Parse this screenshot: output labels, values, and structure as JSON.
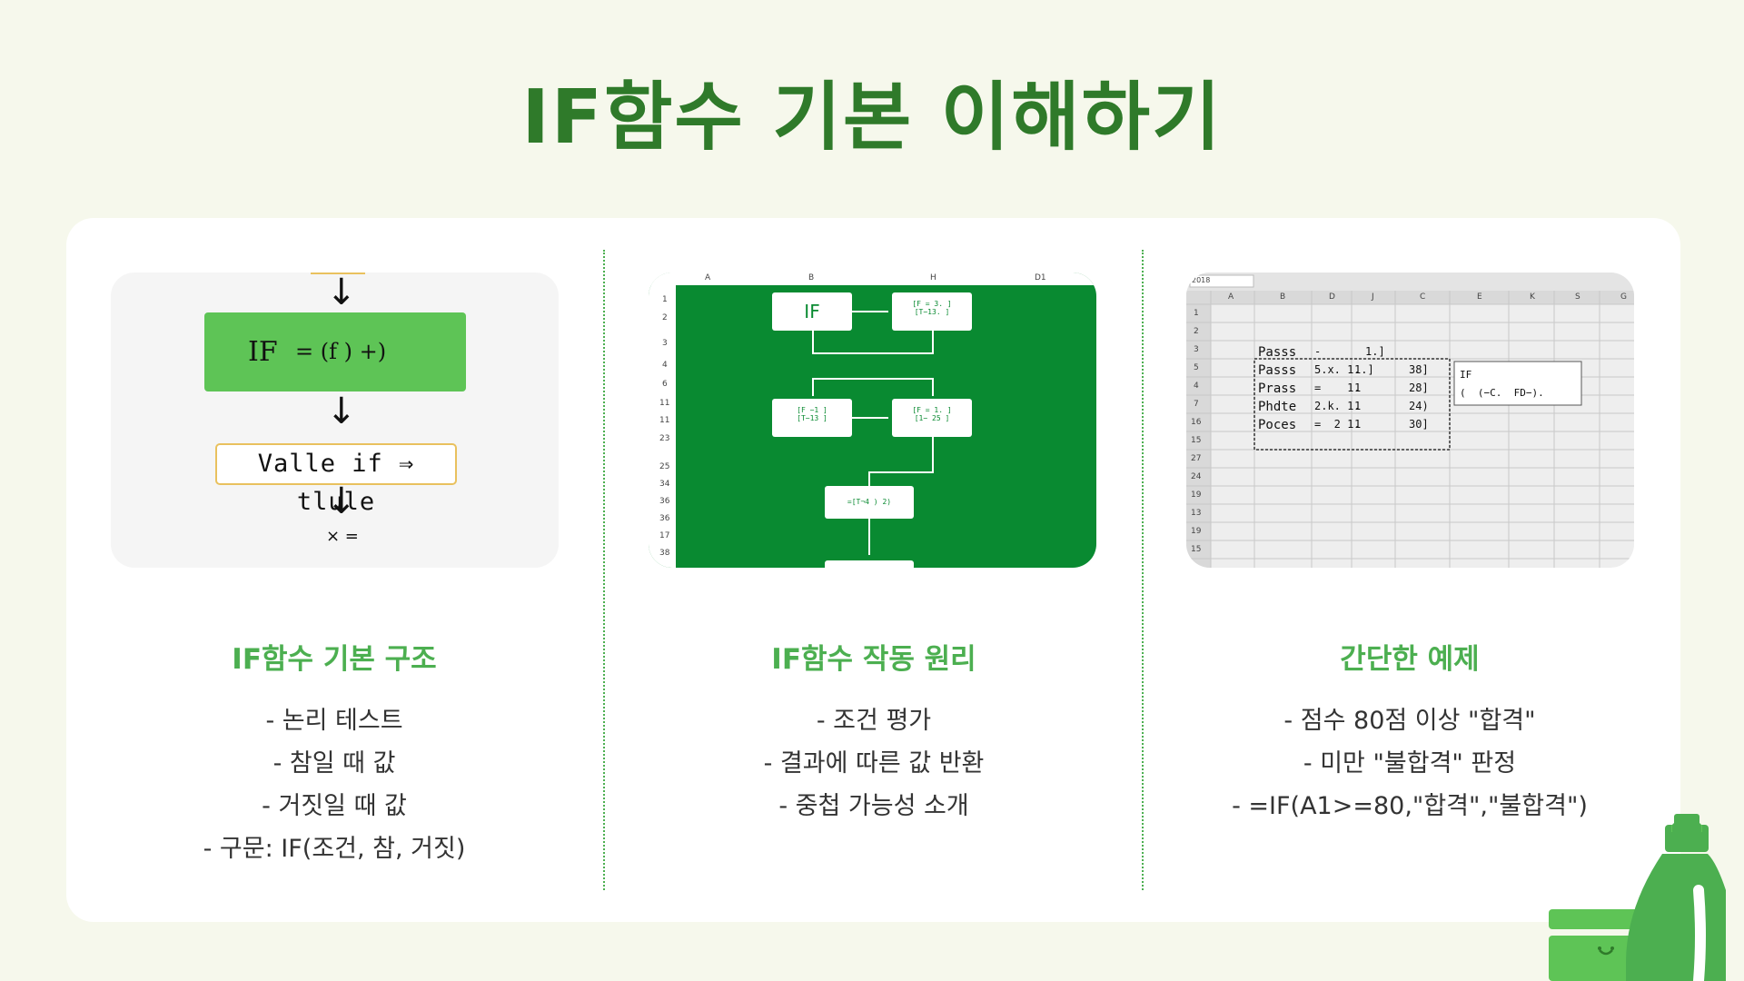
{
  "title": "IF함수 기본 이해하기",
  "colors": {
    "accent": "#4caf50",
    "title": "#2f7a2a",
    "background": "#f6f8ec"
  },
  "columns": [
    {
      "heading": "IF함수 기본 구조",
      "bullets": [
        "- 논리 테스트",
        "- 참일 때 값",
        "- 거짓일 때 값",
        "- 구문: IF(조건, 참, 거짓)"
      ],
      "image": {
        "formula_left": "IF",
        "formula_right": "= (f ) +)",
        "value_box": "Valle if ⇒ tlule",
        "footer": "× ="
      }
    },
    {
      "heading": "IF함수 작동 원리",
      "bullets": [
        "- 조건 평가",
        "- 결과에 따른 값 반환",
        "- 중첩 가능성 소개"
      ],
      "image": {
        "col_headers": [
          "A",
          "B",
          "H",
          "D1"
        ],
        "row_numbers": [
          "1",
          "2",
          "3",
          "4",
          "6",
          "11",
          "11",
          "23",
          "25",
          "34",
          "36",
          "36",
          "17",
          "38"
        ],
        "boxes": [
          "IF",
          "[F = 3. ]\n[T−13. ]",
          "[F −1 ]\n[T−13 ]",
          "[F = 1. ]\n[1− 25 ]",
          "=[T¬4 ) 2)"
        ]
      }
    },
    {
      "heading": "간단한 예제",
      "bullets": [
        "- 점수 80점 이상 \"합격\"",
        "- 미만 \"불합격\" 판정",
        "- =IF(A1>=80,\"합격\",\"불합격\")"
      ],
      "image": {
        "name_box": "2018",
        "col_headers": [
          "A",
          "B",
          "D",
          "J",
          "C",
          "E",
          "K",
          "S",
          "G"
        ],
        "row_numbers": [
          "1",
          "2",
          "3",
          "5",
          "4",
          "7",
          "16",
          "15",
          "27",
          "24",
          "19",
          "13",
          "19",
          "15"
        ],
        "rows": [
          [
            "Passs",
            "-",
            "1.]",
            ""
          ],
          [
            "Passs",
            "5.x. 1.",
            "1.]",
            "38]"
          ],
          [
            "Prass",
            "=    1.",
            "1",
            "28]"
          ],
          [
            "Phdte",
            "2.k. 1.",
            "1",
            "24)"
          ],
          [
            "Poces",
            "=  2 1.",
            "1",
            "30]"
          ]
        ],
        "callout_line1": "IF",
        "callout_line2": "(  (−C.  FD−)."
      }
    }
  ]
}
